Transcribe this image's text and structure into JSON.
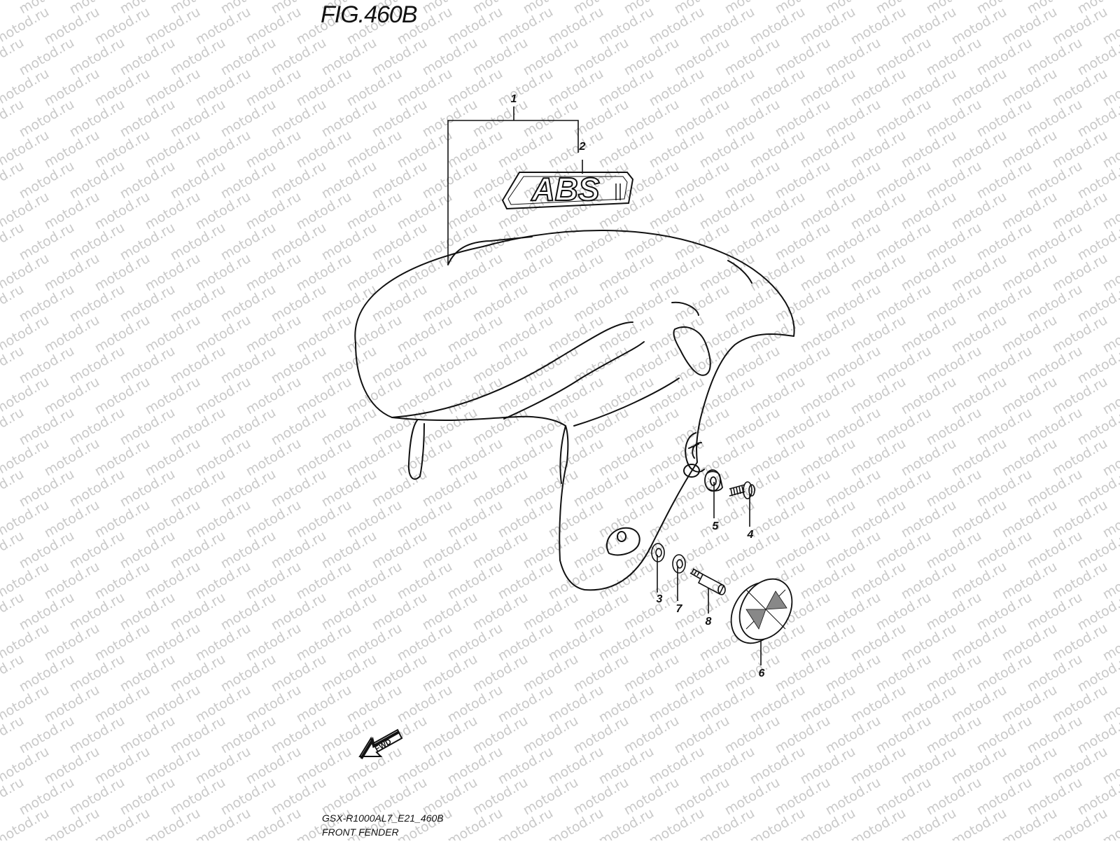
{
  "figure": {
    "title": "FIG.460B",
    "model_code": "GSX-R1000AL7_E21_460B",
    "section_name": "FRONT FENDER"
  },
  "watermark": {
    "text": "motod.ru",
    "color": "#c9c9c9"
  },
  "decal": {
    "text": "ABS"
  },
  "direction_arrow": {
    "text": "FWD"
  },
  "callouts": [
    {
      "id": "1",
      "label": "1"
    },
    {
      "id": "2",
      "label": "2"
    },
    {
      "id": "3",
      "label": "3"
    },
    {
      "id": "4",
      "label": "4"
    },
    {
      "id": "5",
      "label": "5"
    },
    {
      "id": "6",
      "label": "6"
    },
    {
      "id": "7",
      "label": "7"
    },
    {
      "id": "8",
      "label": "8"
    }
  ]
}
